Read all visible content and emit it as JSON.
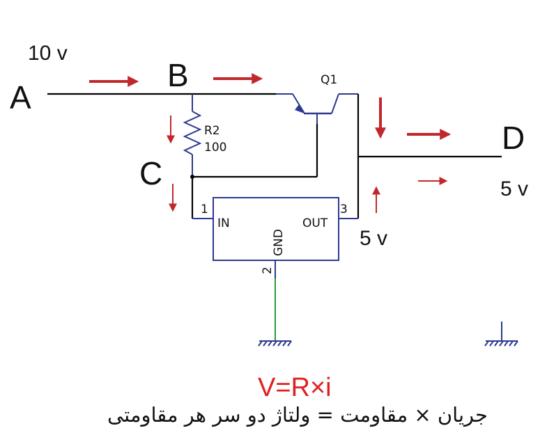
{
  "nodes": {
    "a": "A",
    "b": "B",
    "c": "C",
    "d": "D"
  },
  "voltages": {
    "input": "10 v",
    "output_out": "5 v",
    "output_d": "5 v"
  },
  "transistor": {
    "ref": "Q1"
  },
  "resistor": {
    "ref": "R2",
    "value": "100"
  },
  "regulator": {
    "pin_in": "IN",
    "pin_out": "OUT",
    "pin_gnd": "GND",
    "pin1": "1",
    "pin2": "2",
    "pin3": "3"
  },
  "formula": "V=R×i",
  "caption": "جریان × مقاومت  = ولتاژ دو سر هر مقاومتی",
  "colors": {
    "wire": "#000000",
    "component": "#2b3990",
    "arrow": "#c1272d",
    "ground_wire": "#2a9d3a",
    "formula": "#e02020"
  }
}
